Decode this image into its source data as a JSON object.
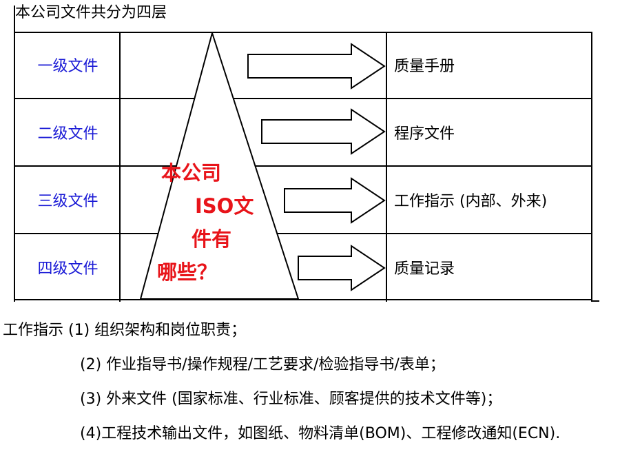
{
  "title": "本公司文件共分为四层",
  "levels": [
    {
      "label": "一级文件",
      "document": "质量手册"
    },
    {
      "label": "二级文件",
      "document": "程序文件"
    },
    {
      "label": "三级文件",
      "document": "工作指示 (内部、外来)"
    },
    {
      "label": "四级文件",
      "document": "质量记录"
    }
  ],
  "pyramid": {
    "lines": [
      "本公司",
      "ISO文",
      "件有",
      "哪些？"
    ]
  },
  "notes": {
    "line1": "工作指示 (1) 组织架构和岗位职责；",
    "line2": "(2) 作业指导书/操作规程/工艺要求/检验指导书/表单；",
    "line3": "(3) 外来文件 (国家标准、行业标准、顾客提供的技术文件等)；",
    "line4": "(4)工程技术输出文件，如图纸、物料清单(BOM)、工程修改通知(ECN)."
  },
  "colors": {
    "level_label": "#1b1bd6",
    "pyramid_text": "#e8141a"
  }
}
